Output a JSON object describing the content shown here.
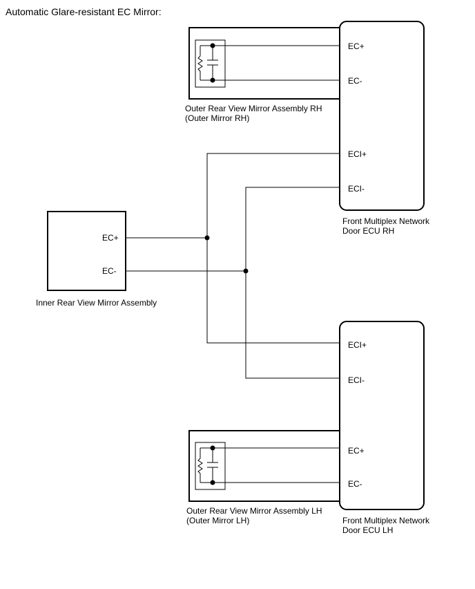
{
  "title": "Automatic Glare-resistant EC Mirror:",
  "outer_mirror_rh": {
    "name_line1": "Outer Rear View Mirror Assembly RH",
    "name_line2": "(Outer Mirror RH)"
  },
  "outer_mirror_lh": {
    "name_line1": "Outer Rear View Mirror Assembly LH",
    "name_line2": "(Outer Mirror LH)"
  },
  "inner_mirror": {
    "name": "Inner Rear View Mirror Assembly",
    "pin_ec_plus": "EC+",
    "pin_ec_minus": "EC-"
  },
  "ecu_rh": {
    "name_line1": "Front Multiplex Network",
    "name_line2": "Door ECU RH",
    "pin_ec_plus": "EC+",
    "pin_ec_minus": "EC-",
    "pin_eci_plus": "ECI+",
    "pin_eci_minus": "ECI-"
  },
  "ecu_lh": {
    "name_line1": "Front Multiplex Network",
    "name_line2": "Door ECU LH",
    "pin_eci_plus": "ECI+",
    "pin_eci_minus": "ECI-",
    "pin_ec_plus": "EC+",
    "pin_ec_minus": "EC-"
  }
}
